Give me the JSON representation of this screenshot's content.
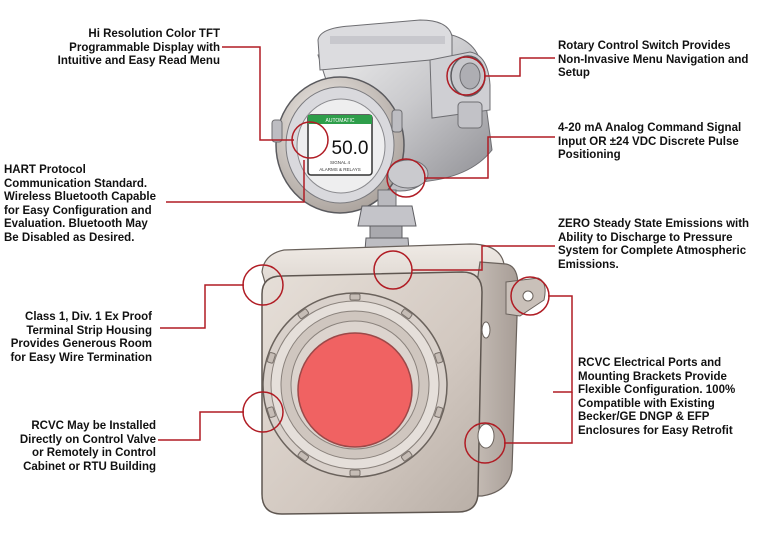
{
  "colors": {
    "callout_line": "#b01c24",
    "screen_bar": "#2e9e4a",
    "window_red": "#f06262"
  },
  "display": {
    "value": "50.0",
    "line1": "AUTOMATIC",
    "line2": "SIGNAL 4",
    "line3": "ALARMS & RELAYS"
  },
  "callouts": [
    {
      "id": "display",
      "lines": [
        "Hi Resolution Color TFT",
        "Programmable Display with",
        "Intuitive and Easy Read Menu"
      ]
    },
    {
      "id": "rotary",
      "lines": [
        "Rotary Control Switch Provides",
        "Non-Invasive Menu Navigation and",
        "Setup"
      ]
    },
    {
      "id": "analog",
      "lines": [
        "4-20 mA Analog Command Signal",
        "Input OR ±24 VDC Discrete Pulse",
        "Positioning"
      ]
    },
    {
      "id": "hart",
      "lines": [
        "HART Protocol",
        "Communication Standard.",
        "Wireless Bluetooth Capable",
        "for Easy Configuration and",
        "Evaluation.  Bluetooth May",
        "Be Disabled as Desired."
      ]
    },
    {
      "id": "zero",
      "lines": [
        "ZERO Steady State Emissions with",
        "Ability to Discharge to Pressure",
        "System for Complete Atmospheric",
        "Emissions."
      ]
    },
    {
      "id": "class1",
      "lines": [
        "Class 1, Div. 1 Ex Proof",
        "Terminal Strip Housing",
        "Provides Generous Room",
        "for Easy Wire Termination"
      ]
    },
    {
      "id": "ports",
      "lines": [
        "RCVC Electrical Ports and",
        "Mounting Brackets Provide",
        "Flexible Configuration.  100%",
        "Compatible with Existing",
        "Becker/GE DNGP & EFP",
        "Enclosures for Easy Retrofit"
      ]
    },
    {
      "id": "install",
      "lines": [
        "RCVC May be Installed",
        "Directly on Control Valve",
        "or Remotely in Control",
        "Cabinet or RTU Building"
      ]
    }
  ]
}
